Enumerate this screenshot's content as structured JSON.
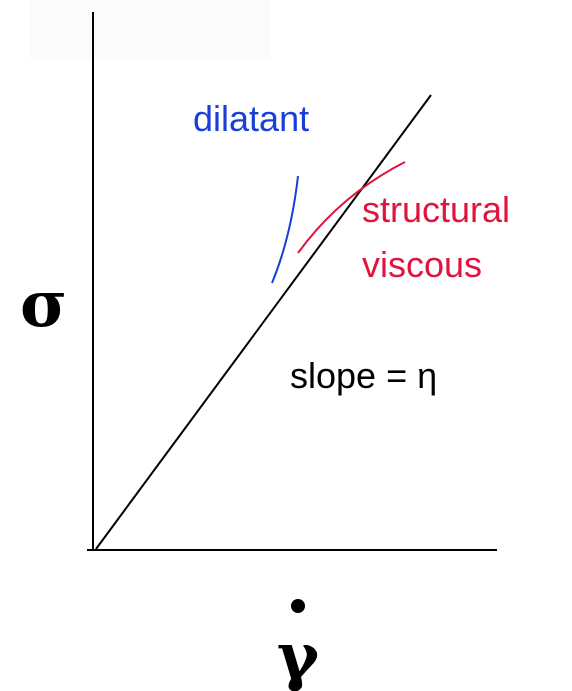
{
  "axes": {
    "y_label": "σ",
    "x_label": "γ"
  },
  "curves": {
    "dilatant_label": "dilatant",
    "structural_label_line1": "structural",
    "structural_label_line2": "viscous"
  },
  "slope_label": "slope = η",
  "colors": {
    "axes": "#000000",
    "newtonian": "#000000",
    "dilatant": "#1a3fd8",
    "structural_viscous": "#e0143c"
  }
}
